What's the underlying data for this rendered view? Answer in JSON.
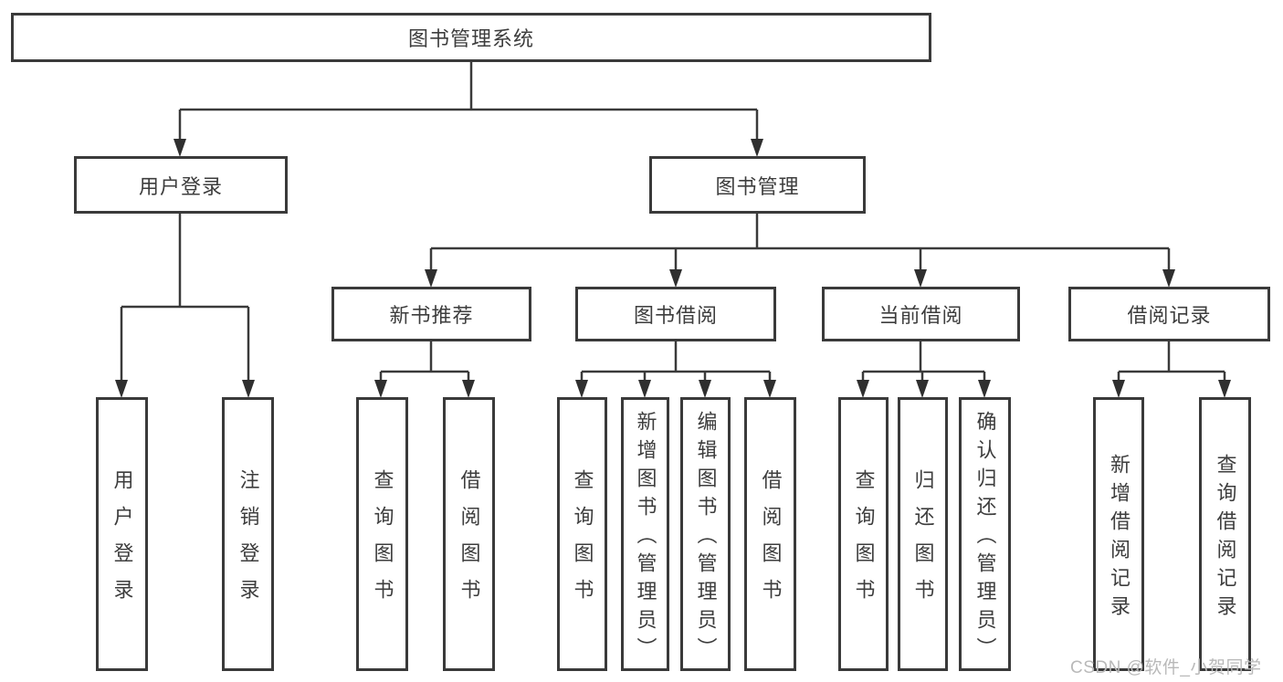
{
  "diagram": {
    "root": "图书管理系统",
    "level2": [
      {
        "label": "用户登录"
      },
      {
        "label": "图书管理"
      }
    ],
    "level3": [
      {
        "label": "新书推荐"
      },
      {
        "label": "图书借阅"
      },
      {
        "label": "当前借阅"
      },
      {
        "label": "借阅记录"
      }
    ],
    "leaves": [
      {
        "label": "用户登录"
      },
      {
        "label": "注销登录"
      },
      {
        "label": "查询图书"
      },
      {
        "label": "借阅图书"
      },
      {
        "label": "查询图书"
      },
      {
        "label": "新增图书（管理员）"
      },
      {
        "label": "编辑图书（管理员）"
      },
      {
        "label": "借阅图书"
      },
      {
        "label": "查询图书"
      },
      {
        "label": "归还图书"
      },
      {
        "label": "确认归还（管理员）"
      },
      {
        "label": "新增借阅记录"
      },
      {
        "label": "查询借阅记录"
      }
    ],
    "line_color": "#3a3a3a",
    "text_color": "#3d3d3d",
    "watermark_color": "#b9b9b9"
  },
  "watermark": "CSDN @软件_小贺同学"
}
